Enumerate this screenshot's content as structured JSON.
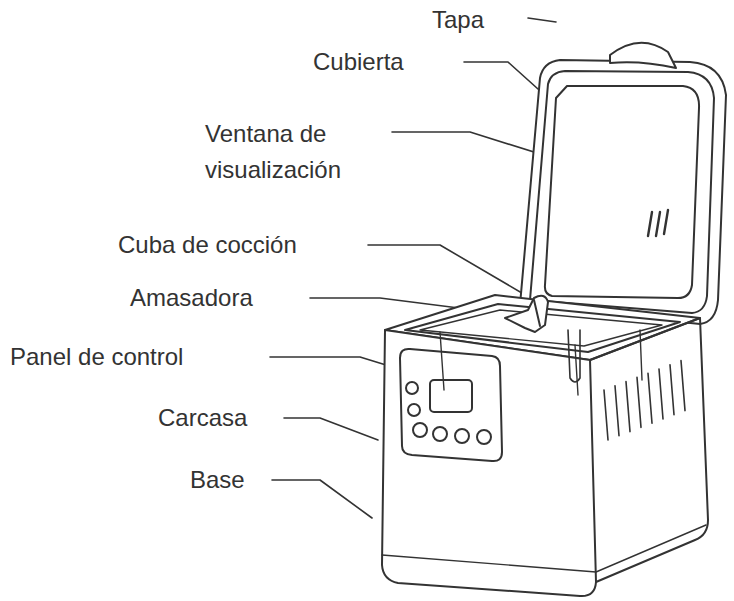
{
  "diagram": {
    "labels": [
      "Tapa",
      "Cubierta",
      "Ventana de visualización",
      "Cuba de cocción",
      "Amasadora",
      "Panel de control",
      "Carcasa",
      "Base"
    ]
  }
}
